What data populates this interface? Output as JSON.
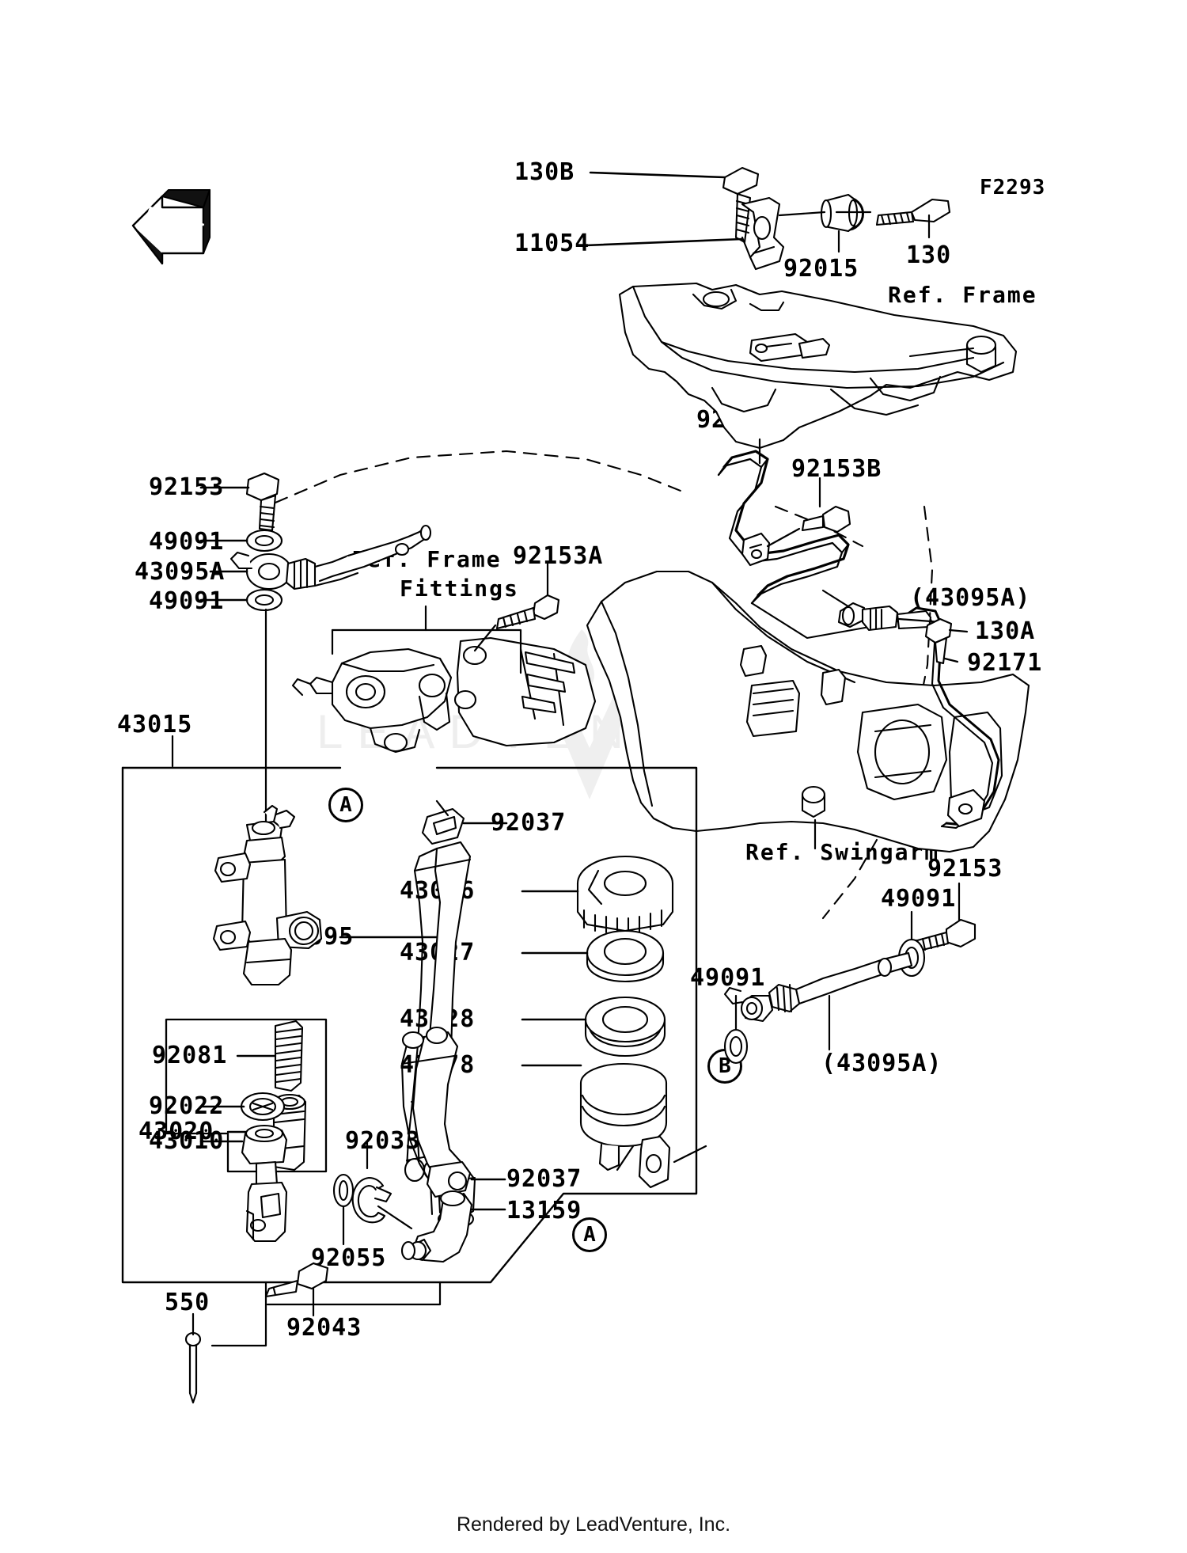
{
  "diagram": {
    "sheet_code": "F2293",
    "footer": "Rendered by LeadVenture, Inc.",
    "watermark_text": "LEADVENTURE",
    "front_marker": "FRONT"
  },
  "references": {
    "frame": "Ref. Frame",
    "frame_fittings_line1": "Ref. Frame",
    "frame_fittings_line2": "Fittings",
    "swingarm": "Ref. Swingarm"
  },
  "callout_circles": [
    {
      "id": "A",
      "label": "A"
    },
    {
      "id": "B",
      "label": "B"
    }
  ],
  "parts": [
    {
      "key": "p130b",
      "number": "130B"
    },
    {
      "key": "p11054",
      "number": "11054"
    },
    {
      "key": "p92015",
      "number": "92015"
    },
    {
      "key": "p130",
      "number": "130"
    },
    {
      "key": "p92171A",
      "number": "92171A"
    },
    {
      "key": "p92153B",
      "number": "92153B"
    },
    {
      "key": "p92153",
      "number": "92153"
    },
    {
      "key": "p49091a",
      "number": "49091"
    },
    {
      "key": "p43095A",
      "number": "43095A"
    },
    {
      "key": "p49091b",
      "number": "49091"
    },
    {
      "key": "p92153A",
      "number": "92153A"
    },
    {
      "key": "p43095Ar",
      "number": "(43095A)"
    },
    {
      "key": "p130A",
      "number": "130A"
    },
    {
      "key": "p92171",
      "number": "92171"
    },
    {
      "key": "p43015",
      "number": "43015"
    },
    {
      "key": "p92037a",
      "number": "92037"
    },
    {
      "key": "p43026",
      "number": "43026"
    },
    {
      "key": "p43095",
      "number": "43095"
    },
    {
      "key": "p43027",
      "number": "43027"
    },
    {
      "key": "p43028",
      "number": "43028"
    },
    {
      "key": "p92081",
      "number": "92081"
    },
    {
      "key": "p43020",
      "number": "43020"
    },
    {
      "key": "p43078",
      "number": "43078"
    },
    {
      "key": "p92022",
      "number": "92022"
    },
    {
      "key": "p43010",
      "number": "43010"
    },
    {
      "key": "p92033",
      "number": "92033"
    },
    {
      "key": "p92037b",
      "number": "92037"
    },
    {
      "key": "p13159",
      "number": "13159"
    },
    {
      "key": "p92055",
      "number": "92055"
    },
    {
      "key": "p550",
      "number": "550"
    },
    {
      "key": "p92043",
      "number": "92043"
    },
    {
      "key": "p92153r",
      "number": "92153"
    },
    {
      "key": "p49091r1",
      "number": "49091"
    },
    {
      "key": "p49091r2",
      "number": "49091"
    },
    {
      "key": "p43095Ar2",
      "number": "(43095A)"
    }
  ],
  "colors": {
    "line": "#000000",
    "background": "#ffffff",
    "watermark": "#eeeeee"
  }
}
